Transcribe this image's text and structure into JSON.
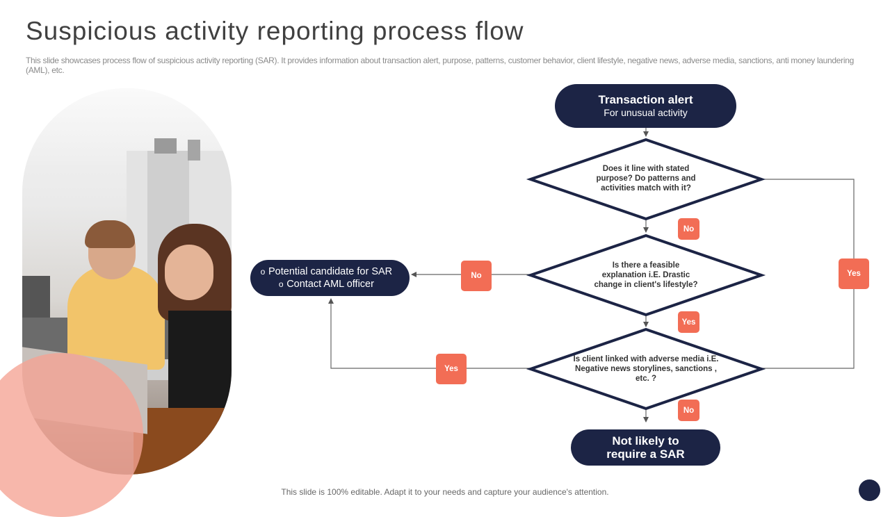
{
  "title": "Suspicious activity reporting process flow",
  "subtitle": "This slide showcases process flow of suspicious activity reporting (SAR). It provides information about transaction alert, purpose, patterns, customer behavior, client lifestyle, negative news, adverse media, sanctions, anti money laundering (AML), etc.",
  "footer": "This slide is 100% editable. Adapt it to your needs and capture your audience's attention.",
  "flow": {
    "start": {
      "title": "Transaction alert",
      "subtitle": "For unusual activity"
    },
    "decision1": "Does it line with stated purpose? Do patterns and activities match with it?",
    "decision2": "Is there a feasible explanation i.E. Drastic change in client's lifestyle?",
    "decision3": "Is client linked with adverse media i.E. Negative news storylines, sanctions , etc. ?",
    "end": "Not likely  to require a SAR",
    "sar_box": [
      "Potential candidate for SAR",
      "Contact AML officer"
    ],
    "labels": {
      "d1_no": "No",
      "d2_yes": "Yes",
      "d3_no": "No",
      "d2_no": "No",
      "d3_yes": "Yes",
      "d1_yes": "Yes"
    }
  },
  "colors": {
    "navy": "#1c2445",
    "accent": "#f26d55",
    "salmon": "#f5a393"
  }
}
